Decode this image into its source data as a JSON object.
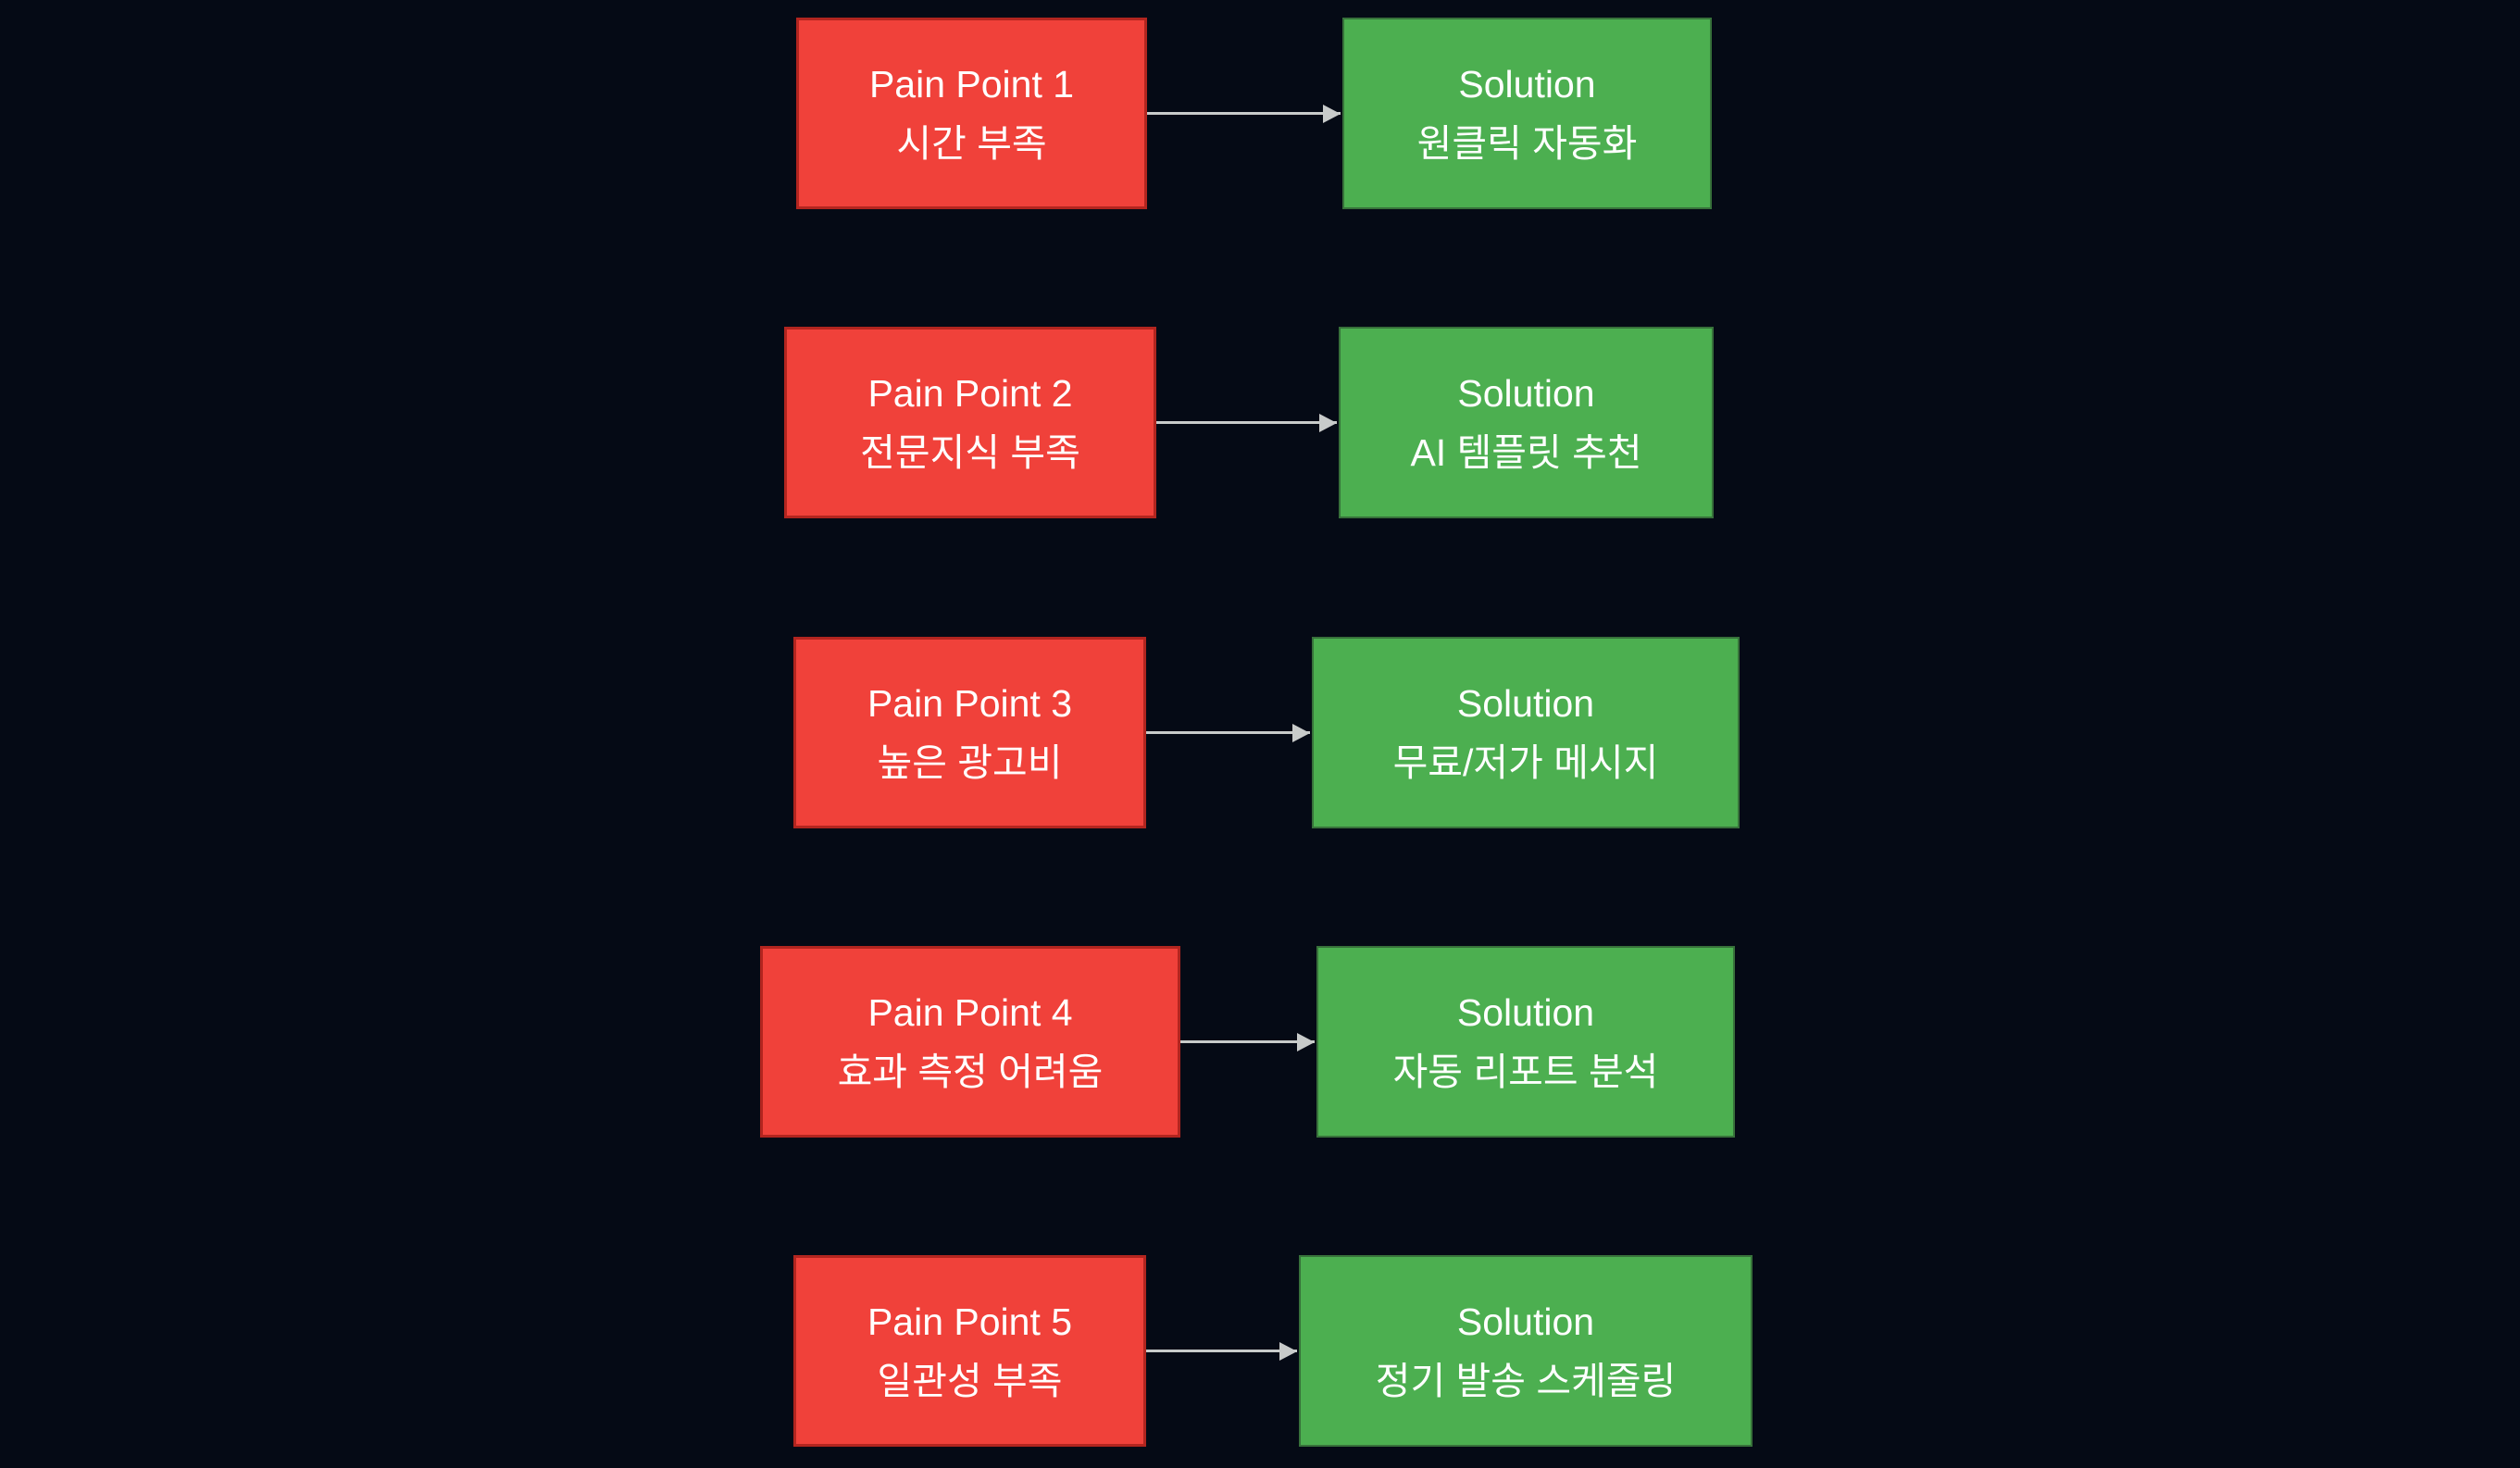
{
  "diagram": {
    "type": "pain-point-to-solution-mapping-flowchart",
    "rows": [
      {
        "pain_title": "Pain Point 1",
        "pain_desc": "시간 부족",
        "solution_title": "Solution",
        "solution_desc": "원클릭 자동화"
      },
      {
        "pain_title": "Pain Point 2",
        "pain_desc": "전문지식 부족",
        "solution_title": "Solution",
        "solution_desc": "AI 템플릿 추천"
      },
      {
        "pain_title": "Pain Point 3",
        "pain_desc": "높은 광고비",
        "solution_title": "Solution",
        "solution_desc": "무료/저가 메시지"
      },
      {
        "pain_title": "Pain Point 4",
        "pain_desc": "효과 측정 어려움",
        "solution_title": "Solution",
        "solution_desc": "자동 리포트 분석"
      },
      {
        "pain_title": "Pain Point 5",
        "pain_desc": "일관성 부족",
        "solution_title": "Solution",
        "solution_desc": "정기 발송 스케줄링"
      }
    ],
    "colors": {
      "background": "#050A15",
      "pain_fill": "#F0413A",
      "pain_border": "#B2251F",
      "solution_fill": "#4CAF50",
      "solution_border": "#37713A",
      "arrow": "#C8CBCA",
      "text": "#FFFFFF"
    }
  }
}
